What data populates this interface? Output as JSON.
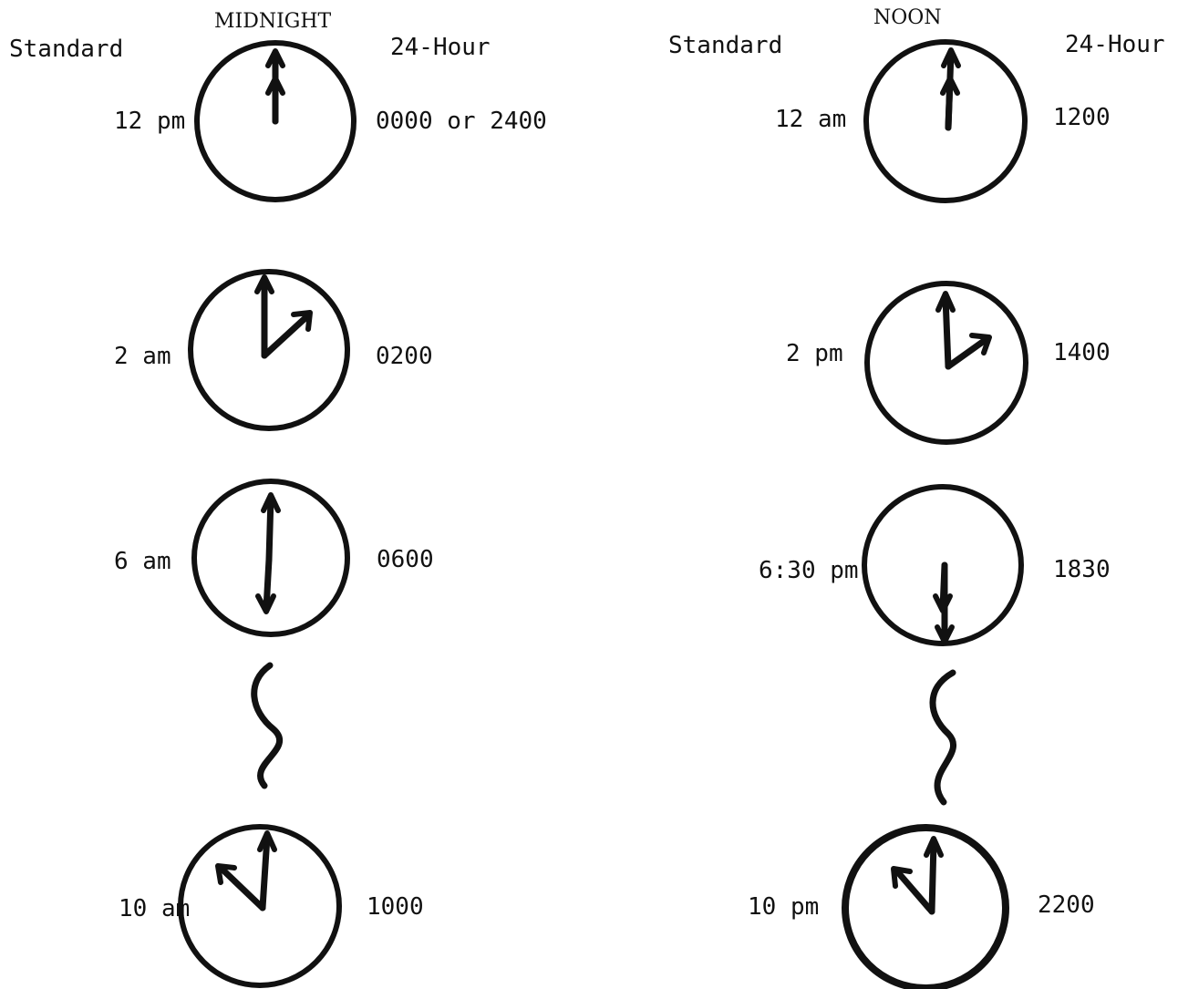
{
  "diagram": {
    "midnight_column": {
      "heading": "MIDNIGHT",
      "standard_header": "Standard",
      "military_header": "24-Hour",
      "rows": [
        {
          "standard": "12 pm",
          "military": "0000 or 2400",
          "hour_hand_angle": 0,
          "minute_hand_angle": 0
        },
        {
          "standard": "2 am",
          "military": "0200",
          "hour_hand_angle": 60,
          "minute_hand_angle": 0
        },
        {
          "standard": "6 am",
          "military": "0600",
          "hour_hand_angle": 180,
          "minute_hand_angle": 0
        },
        {
          "standard": "10 am",
          "military": "1000",
          "hour_hand_angle": 300,
          "minute_hand_angle": 0
        }
      ]
    },
    "noon_column": {
      "heading": "NOON",
      "standard_header": "Standard",
      "military_header": "24-Hour",
      "rows": [
        {
          "standard": "12 am",
          "military": "1200",
          "hour_hand_angle": 0,
          "minute_hand_angle": 0
        },
        {
          "standard": "2 pm",
          "military": "1400",
          "hour_hand_angle": 60,
          "minute_hand_angle": 0
        },
        {
          "standard": "6:30 pm",
          "military": "1830",
          "hour_hand_angle": 195,
          "minute_hand_angle": 180
        },
        {
          "standard": "10 pm",
          "military": "2200",
          "hour_hand_angle": 300,
          "minute_hand_angle": 0
        }
      ]
    },
    "colors": {
      "ink": "#111111",
      "background": "#ffffff"
    }
  }
}
